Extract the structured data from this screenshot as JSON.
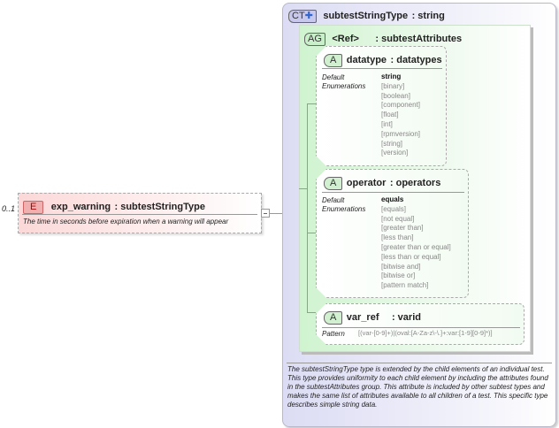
{
  "element": {
    "cardinality": "0..1",
    "badge": "E",
    "name": "exp_warning",
    "type": ": subtestStringType",
    "description": "The time in seconds before expiration when a warning will appear"
  },
  "complex_type": {
    "badge": "CT",
    "name": "subtestStringType",
    "type": ": string",
    "description": "The subtestStringType type is extended by the child elements of an individual test.  This type provides uniformity to each child element by including the attributes found in the subtestAttributes group.  This attribute is included by other subtest types and makes the same list of attributes available to all children of a test.  This specific type describes simple string data."
  },
  "attribute_group": {
    "badge": "AG",
    "name": "<Ref>",
    "type": ": subtestAttributes"
  },
  "attributes": [
    {
      "badge": "A",
      "name": "datatype",
      "type": ": datatypes",
      "default_label": "Default",
      "enum_label": "Enumerations",
      "default": "string",
      "enumerations": [
        "[binary]",
        "[boolean]",
        "[component]",
        "[float]",
        "[int]",
        "[rpmversion]",
        "[string]",
        "[version]"
      ]
    },
    {
      "badge": "A",
      "name": "operator",
      "type": ": operators",
      "default_label": "Default",
      "enum_label": "Enumerations",
      "default": "equals",
      "enumerations": [
        "[equals]",
        "[not equal]",
        "[greater than]",
        "[less than]",
        "[greater than or equal]",
        "[less than or equal]",
        "[bitwise and]",
        "[bitwise or]",
        "[pattern match]"
      ]
    },
    {
      "badge": "A",
      "name": "var_ref",
      "type": ": varid",
      "pattern_label": "Pattern",
      "pattern": "[(var-[0-9]+)|(oval:[A-Za-z\\-\\.]+:var:[1-9][0-9]*)]"
    }
  ]
}
